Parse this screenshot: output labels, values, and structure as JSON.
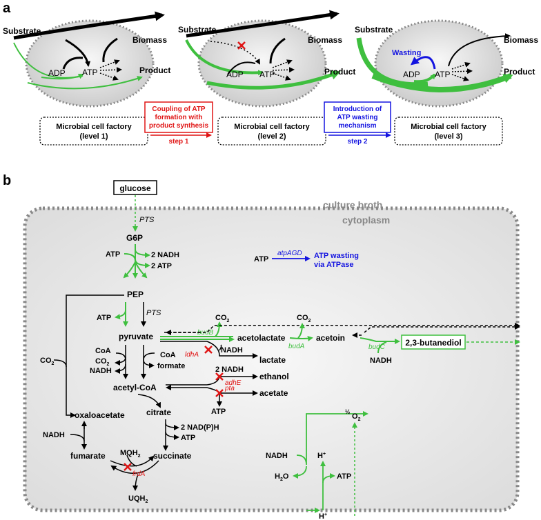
{
  "panel_a": {
    "label": "a",
    "cells": [
      {
        "substrate": "Substrate",
        "biomass": "Biomass",
        "adp": "ADP",
        "atp": "ATP",
        "product": "Product",
        "box_line1": "Microbial cell factory",
        "box_line2": "(level 1)"
      },
      {
        "substrate": "Substrate",
        "biomass": "Biomass",
        "adp": "ADP",
        "atp": "ATP",
        "product": "Product",
        "box_line1": "Microbial cell factory",
        "box_line2": "(level 2)"
      },
      {
        "substrate": "Substrate",
        "biomass": "Biomass",
        "adp": "ADP",
        "atp": "ATP",
        "product": "Product",
        "wasting": "Wasting",
        "box_line1": "Microbial cell factory",
        "box_line2": "(level 3)"
      }
    ],
    "step1": {
      "line1": "Coupling of ATP",
      "line2": "formation with",
      "line3": "product synthesis",
      "label": "step 1"
    },
    "step2": {
      "line1": "Introduction of",
      "line2": "ATP wasting",
      "line3": "mechanism",
      "label": "step 2"
    }
  },
  "panel_b": {
    "label": "b",
    "glucose": "glucose",
    "culture_broth": "culture broth",
    "cytoplasm": "cytoplasm",
    "pts1": "PTS",
    "g6p": "G6P",
    "atp_in": "ATP",
    "nadh2": "2 NADH",
    "atp2": "2 ATP",
    "atp_wasting_atp": "ATP",
    "atpagd": "atpAGD",
    "atp_wasting_line1": "ATP wasting",
    "atp_wasting_line2": "via ATPase",
    "pep": "PEP",
    "atp_pep": "ATP",
    "pts2": "PTS",
    "co2_left": "CO",
    "pyruvate": "pyruvate",
    "budB": "budB",
    "co2_a": "CO",
    "acetolactate": "acetolactate",
    "budA": "budA",
    "co2_b": "CO",
    "acetoin": "acetoin",
    "budC": "budC",
    "butanediol": "2,3-butanediol",
    "nadh_budC": "NADH",
    "ldhA": "ldhA",
    "nadh_lactate": "NADH",
    "lactate": "lactate",
    "coa_left": "CoA",
    "co2_pdh": "CO",
    "nadh_pdh": "NADH",
    "coa_right": "CoA",
    "formate": "formate",
    "acetylcoa": "acetyl-CoA",
    "nadh2_eth": "2 NADH",
    "adhE": "adhE",
    "ethanol": "ethanol",
    "pta": "pta",
    "acetate": "acetate",
    "atp_acetate": "ATP",
    "citrate": "citrate",
    "oxaloacetate": "oxaloacetate",
    "nadph": "2 NAD(P)H",
    "atp_tca": "ATP",
    "nadh_oaa": "NADH",
    "fumarate": "fumarate",
    "mqh": "MQH",
    "succinate": "succinate",
    "frdA": "frdA",
    "uqh": "UQH",
    "sub2": "2",
    "half": "½",
    "o2": "O",
    "nadh_resp": "NADH",
    "h2o": "H",
    "h2o_o": "O",
    "hplus_top": "H",
    "hplus_bot": "H",
    "plus": "+",
    "atp_resp": "ATP"
  }
}
